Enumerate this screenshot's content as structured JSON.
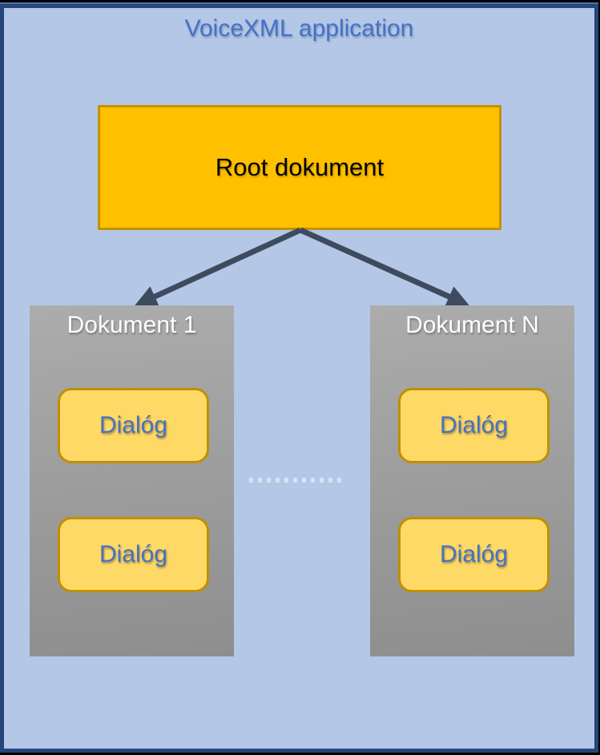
{
  "title": "VoiceXML application",
  "root": {
    "label": "Root dokument"
  },
  "documents": [
    {
      "label": "Dokument 1",
      "dialogs": [
        "Dialóg",
        "Dialóg"
      ]
    },
    {
      "label": "Dokument N",
      "dialogs": [
        "Dialóg",
        "Dialóg"
      ]
    }
  ],
  "connectors": {
    "description": "two arrows from root document bottom-center to each document box"
  },
  "colors": {
    "background": "#b4c7e7",
    "frame": "#26457a",
    "frame_highlight": "#4f6fa9",
    "accent_blue": "#4472c4",
    "orange": "#ffc000",
    "orange_border": "#c49200",
    "yellow": "#ffd966",
    "yellow_border": "#bf9000",
    "gray_top": "#acacac",
    "gray_bottom": "#8e8e8e",
    "arrow": "#3e4b5e",
    "dotted": "#d9e2f2",
    "doc_text": "#ffffff",
    "root_text": "#000000"
  }
}
